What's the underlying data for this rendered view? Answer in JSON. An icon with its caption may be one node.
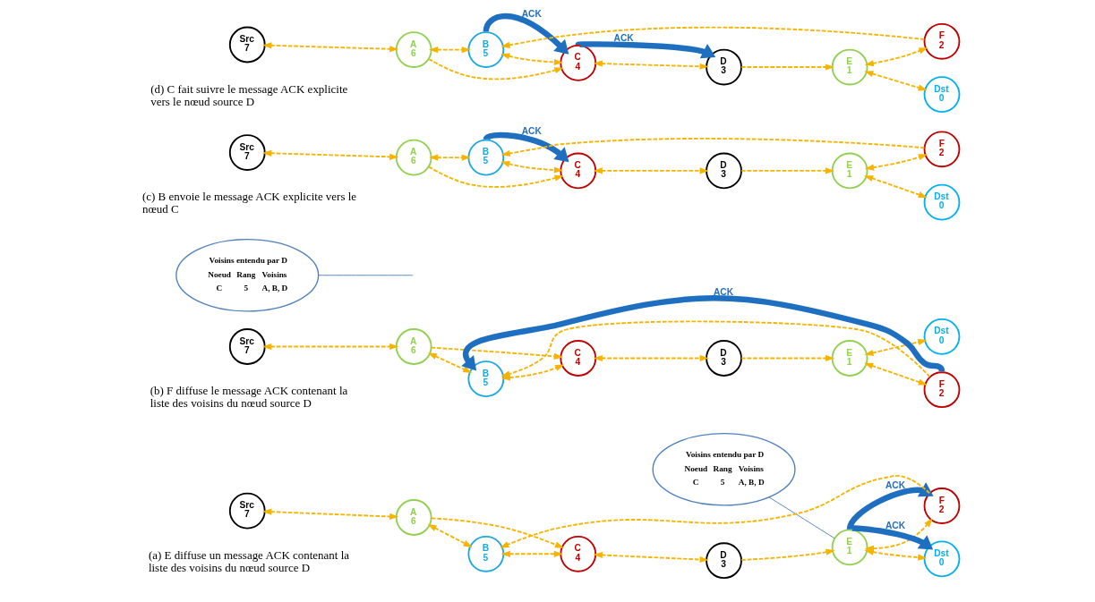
{
  "diagram": {
    "nodes": [
      {
        "text": [
          "Voisins entendu par D",
          "Noeud",
          "Rang",
          "Voisins",
          "C",
          "5",
          "A, B, D"
        ]
      },
      {
        "text": [
          "Src",
          "7"
        ]
      },
      {
        "text": [
          "A",
          "6"
        ]
      },
      {
        "text": [
          "B",
          "5"
        ]
      },
      {
        "text": [
          "C",
          "4"
        ]
      },
      {
        "text": [
          "D",
          "3"
        ]
      },
      {
        "text": [
          "E",
          "1"
        ]
      },
      {
        "text": [
          "F",
          "2"
        ]
      },
      {
        "text": [
          "Dst",
          "0"
        ]
      },
      {
        "text": [
          "Voisins entendu par D",
          "Noeud",
          "Rang",
          "Voisins",
          "C",
          "5",
          "A, B, D"
        ]
      },
      {
        "text": [
          "Src",
          "7"
        ]
      },
      {
        "text": [
          "A",
          "6"
        ]
      },
      {
        "text": [
          "B",
          "5"
        ]
      },
      {
        "text": [
          "C",
          "4"
        ]
      },
      {
        "text": [
          "D",
          "3"
        ]
      },
      {
        "text": [
          "E",
          "1"
        ]
      },
      {
        "text": [
          "F",
          "2"
        ]
      },
      {
        "text": [
          "Dst",
          "0"
        ]
      },
      {
        "text": [
          "Src",
          "7"
        ]
      },
      {
        "text": [
          "A",
          "6"
        ]
      },
      {
        "text": [
          "B",
          "5"
        ]
      },
      {
        "text": [
          "C",
          "4"
        ]
      },
      {
        "text": [
          "D",
          "3"
        ]
      },
      {
        "text": [
          "E",
          "1"
        ]
      },
      {
        "text": [
          "F",
          "2"
        ]
      },
      {
        "text": [
          "Dst",
          "0"
        ]
      },
      {
        "text": [
          "Src",
          "7"
        ]
      },
      {
        "text": [
          "A",
          "6"
        ]
      },
      {
        "text": [
          "B",
          "5"
        ]
      },
      {
        "text": [
          "C",
          "4"
        ]
      },
      {
        "text": [
          "D",
          "3"
        ]
      },
      {
        "text": [
          "E",
          "1"
        ]
      },
      {
        "text": [
          "F",
          "2"
        ]
      },
      {
        "text": [
          "Dst",
          "0"
        ]
      }
    ],
    "edges": [
      {
        "from": 1,
        "to": 2,
        "arrow": "both",
        "style": "dashed"
      },
      {
        "from": 2,
        "to": 4,
        "arrow": "to",
        "style": "dashed"
      },
      {
        "from": 2,
        "to": 3,
        "arrow": "both",
        "style": "dashed"
      },
      {
        "from": 3,
        "to": 4,
        "arrow": "both",
        "style": "dashed"
      },
      {
        "from": 4,
        "to": 5,
        "arrow": "both",
        "style": "dashed"
      },
      {
        "from": 5,
        "to": 6,
        "arrow": "to",
        "style": "dashed"
      },
      {
        "from": 6,
        "to": 8,
        "arrow": "both",
        "style": "dashed"
      },
      {
        "from": 6,
        "to": 7,
        "arrow": "both",
        "style": "dashed"
      },
      {
        "from": 7,
        "to": 3,
        "arrow": "to",
        "style": "dashed"
      },
      {
        "from": 6,
        "to": 8,
        "arrow": "to",
        "label": "ACK",
        "style": "thick",
        "color": "#1f6fc0"
      },
      {
        "from": 6,
        "to": 7,
        "arrow": "to",
        "label": "ACK",
        "style": "thick",
        "color": "#1f6fc0"
      },
      {
        "from": 0,
        "to": 6,
        "arrow": "none",
        "color": "#4f81bd"
      },
      {
        "from": 10,
        "to": 11,
        "arrow": "both",
        "style": "dashed"
      },
      {
        "from": 11,
        "to": 13,
        "arrow": "to",
        "style": "dashed"
      },
      {
        "from": 11,
        "to": 12,
        "arrow": "both",
        "style": "dashed"
      },
      {
        "from": 12,
        "to": 13,
        "arrow": "both",
        "style": "dashed"
      },
      {
        "from": 13,
        "to": 14,
        "arrow": "both",
        "style": "dashed"
      },
      {
        "from": 14,
        "to": 15,
        "arrow": "to",
        "style": "dashed"
      },
      {
        "from": 15,
        "to": 17,
        "arrow": "both",
        "style": "dashed"
      },
      {
        "from": 15,
        "to": 16,
        "arrow": "both",
        "style": "dashed"
      },
      {
        "from": 16,
        "to": 12,
        "arrow": "to",
        "style": "dashed"
      },
      {
        "from": 16,
        "to": 12,
        "arrow": "to",
        "label": "ACK",
        "style": "thick",
        "color": "#1f6fc0"
      },
      {
        "from": 9,
        "to": null,
        "arrow": "none",
        "color": "#4f81bd"
      },
      {
        "from": 18,
        "to": 19,
        "arrow": "both",
        "style": "dashed"
      },
      {
        "from": 19,
        "to": 21,
        "arrow": "to",
        "style": "dashed"
      },
      {
        "from": 19,
        "to": 20,
        "arrow": "both",
        "style": "dashed"
      },
      {
        "from": 20,
        "to": 21,
        "arrow": "both",
        "style": "dashed"
      },
      {
        "from": 21,
        "to": 22,
        "arrow": "both",
        "style": "dashed"
      },
      {
        "from": 22,
        "to": 23,
        "arrow": "to",
        "style": "dashed"
      },
      {
        "from": 23,
        "to": 25,
        "arrow": "both",
        "style": "dashed"
      },
      {
        "from": 23,
        "to": 24,
        "arrow": "both",
        "style": "dashed"
      },
      {
        "from": 24,
        "to": 20,
        "arrow": "to",
        "style": "dashed"
      },
      {
        "from": 20,
        "to": 21,
        "arrow": "to",
        "label": "ACK",
        "style": "thick",
        "color": "#1f6fc0"
      },
      {
        "from": 26,
        "to": 27,
        "arrow": "both",
        "style": "dashed"
      },
      {
        "from": 27,
        "to": 29,
        "arrow": "to",
        "style": "dashed"
      },
      {
        "from": 27,
        "to": 28,
        "arrow": "both",
        "style": "dashed"
      },
      {
        "from": 28,
        "to": 29,
        "arrow": "both",
        "style": "dashed"
      },
      {
        "from": 29,
        "to": 30,
        "arrow": "both",
        "style": "dashed"
      },
      {
        "from": 30,
        "to": 31,
        "arrow": "to",
        "style": "dashed"
      },
      {
        "from": 31,
        "to": 33,
        "arrow": "both",
        "style": "dashed"
      },
      {
        "from": 31,
        "to": 32,
        "arrow": "both",
        "style": "dashed"
      },
      {
        "from": 32,
        "to": 28,
        "arrow": "to",
        "style": "dashed"
      },
      {
        "from": 28,
        "to": 29,
        "arrow": "to",
        "label": "ACK",
        "style": "thick",
        "color": "#1f6fc0"
      },
      {
        "from": 29,
        "to": 30,
        "arrow": "to",
        "label": "ACK",
        "style": "thick",
        "color": "#1f6fc0"
      }
    ],
    "labels": [
      "(a) E diffuse un message ACK contenant la liste des voisins du nœud source D",
      "(b) F diffuse le message ACK contenant la liste des voisins du nœud source D",
      "(c) B envoie le message ACK explicite vers le nœud C",
      "(d) C fait suivre le message ACK explicite vers le nœud source D"
    ]
  }
}
